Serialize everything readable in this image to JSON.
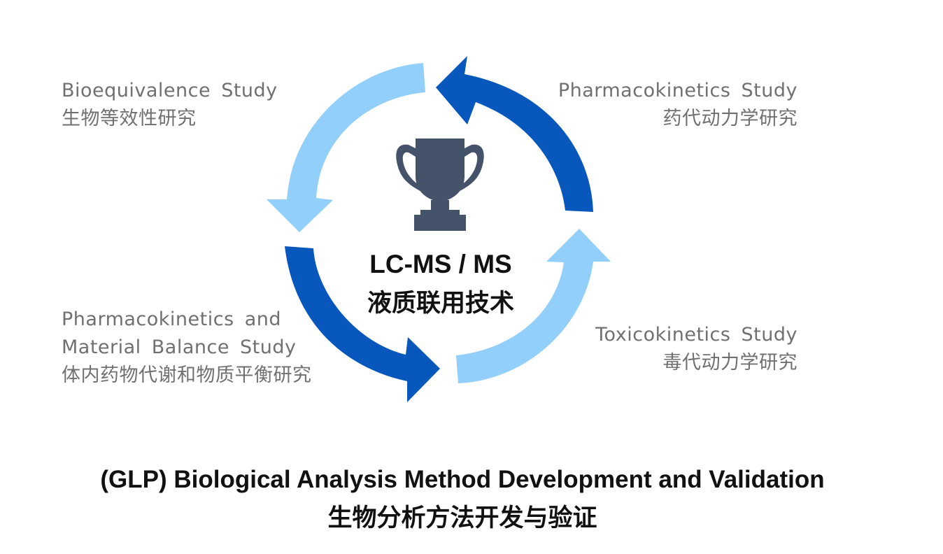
{
  "labels": {
    "top_left": {
      "en": "Bioequivalence Study",
      "zh": "生物等效性研究"
    },
    "top_right": {
      "en": "Pharmacokinetics Study",
      "zh": "药代动力学研究"
    },
    "bottom_left": {
      "en_line1": "Pharmacokinetics and",
      "en_line2": "Material Balance Study",
      "zh": "体内药物代谢和物质平衡研究"
    },
    "bottom_right": {
      "en": "Toxicokinetics Study",
      "zh": "毒代动力学研究"
    }
  },
  "center": {
    "icon": "trophy-icon",
    "title_en": "LC-MS / MS",
    "title_zh": "液质联用技术"
  },
  "footer": {
    "title_en": "(GLP) Biological Analysis Method Development and Validation",
    "title_zh": "生物分析方法开发与验证"
  },
  "colors": {
    "dark_arrow": "#0757BC",
    "light_arrow": "#92CFFB",
    "trophy": "#45536A",
    "label_text": "#707070",
    "title_text": "#111111"
  }
}
